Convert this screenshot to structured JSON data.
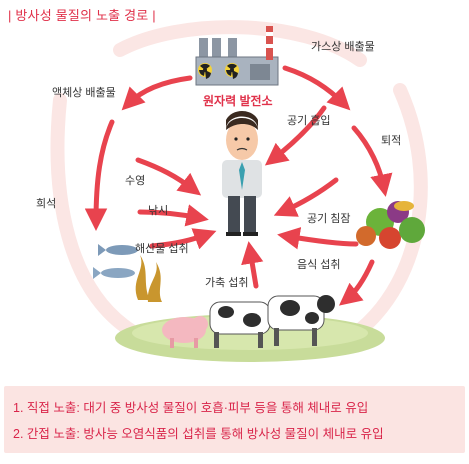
{
  "title": "| 방사성 물질의 노출 경로 |",
  "nodes": {
    "plant": "원자력 발전소"
  },
  "paths": {
    "gas_release": "가스상 배출물",
    "liquid_release": "액체상 배출물",
    "inhalation": "공기 흡입",
    "deposition": "퇴적",
    "swimming": "수영",
    "dilution": "희석",
    "fishing": "낚시",
    "seafood_intake": "해산물 섭취",
    "air_immersion": "공기 침잠",
    "food_intake": "음식 섭취",
    "livestock_intake": "가축 섭취"
  },
  "notes": [
    "1. 직접 노출: 대기 중 방사성 물질이 호흡·피부 등을 통해 체내로 유입",
    "2. 간접 노출: 방사능 오염식품의 섭취를 통해 방사성 물질이 체내로 유입"
  ],
  "colors": {
    "arrow": "#e8434e",
    "title": "#e0314a",
    "notes_bg": "#fbe4e2"
  }
}
